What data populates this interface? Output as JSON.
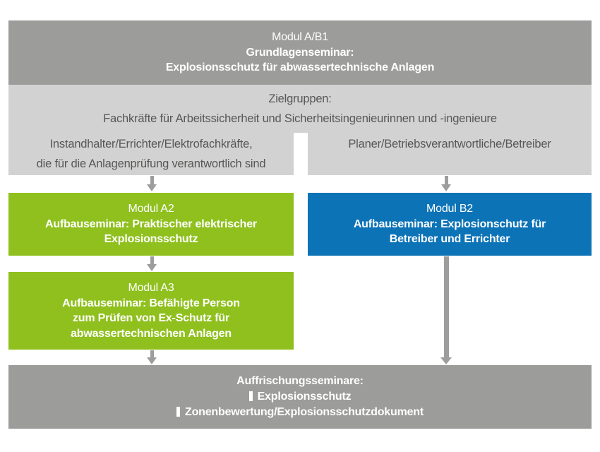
{
  "colors": {
    "dark_gray": "#9c9c9b",
    "light_gray": "#d2d2d2",
    "green": "#8fc01e",
    "blue": "#0c73b7",
    "arrow_gray": "#9d9d9c",
    "text_dark": "#575756",
    "text_white": "#ffffff"
  },
  "flowchart": {
    "module_ab1": {
      "title": "Modul A/B1",
      "lines": [
        "Grundlagenseminar:",
        "Explosionsschutz für abwassertechnische Anlagen"
      ]
    },
    "zielgruppen": {
      "title": "Zielgruppen:",
      "subtitle": "Fachkräfte für Arbeitssicherheit und Sicherheitsingenieurinnen und -ingenieure",
      "left_group": [
        "Instandhalter/Errichter/Elektrofachkräfte,",
        "die für die Anlagenprüfung verantwortlich sind"
      ],
      "right_group": [
        "Planer/Betriebsverantwortliche/Betreiber"
      ]
    },
    "module_a2": {
      "title": "Modul A2",
      "lines": [
        "Aufbauseminar: Praktischer elektrischer",
        "Explosionsschutz"
      ]
    },
    "module_b2": {
      "title": "Modul B2",
      "lines": [
        "Aufbauseminar: Explosionschutz für",
        "Betreiber und Errichter"
      ]
    },
    "module_a3": {
      "title": "Modul A3",
      "lines": [
        "Aufbauseminar: Befähigte Person",
        "zum Prüfen von Ex-Schutz für",
        "abwassertechnischen Anlagen"
      ]
    },
    "refresher": {
      "title": "Auffrischungsseminare:",
      "items": [
        "Explosionsschutz",
        "Zonenbewertung/Explosionsschutzdokument"
      ]
    }
  }
}
